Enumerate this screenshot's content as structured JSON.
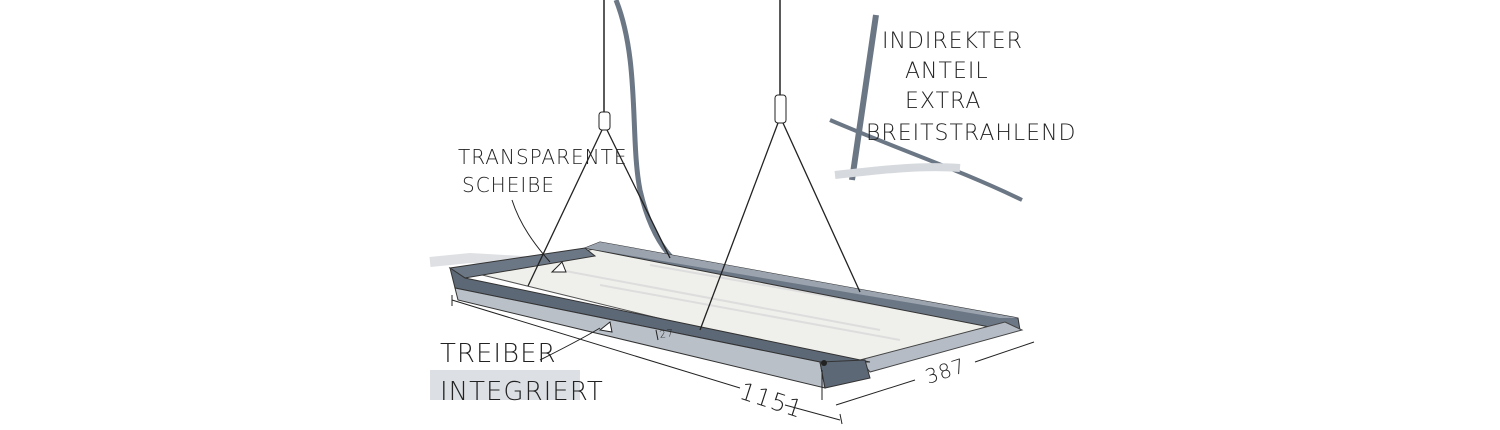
{
  "labels": {
    "indirect_line1": "INDIREKTER",
    "indirect_line2": "ANTEIL",
    "indirect_line3": "EXTRA",
    "indirect_line4": "BREITSTRAHLEND",
    "pane_line1": "TRANSPARENTE",
    "pane_line2": "SCHEIBE",
    "driver_line1": "TREIBER",
    "driver_line2": "INTEGRIERT"
  },
  "dimensions": {
    "length": "1151",
    "width": "387",
    "height": "27"
  },
  "colors": {
    "frame": "#5d6877",
    "frame_light": "#a9b1bc",
    "surface": "#eeeeea",
    "ink": "#222222",
    "marker_gray": "#6c7785"
  }
}
